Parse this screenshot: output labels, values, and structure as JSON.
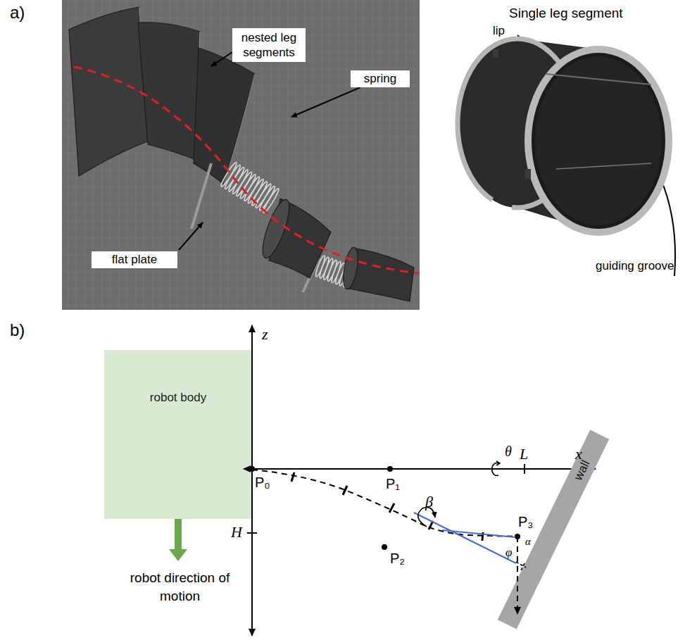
{
  "diagram": {
    "nodes": [
      {
        "text": [
          "nested leg segments"
        ]
      },
      {
        "text": [
          "spring"
        ]
      },
      {
        "text": [
          "flat plate"
        ]
      },
      {
        "text": [
          "robot body"
        ]
      },
      {
        "text": [
          "wall"
        ]
      }
    ],
    "labels": [
      "a)",
      "Single leg segment",
      "lip",
      "guiding groove",
      "b)",
      "z",
      "P₀",
      "P₁",
      "P₂",
      "P₃",
      "θ",
      "L",
      "x",
      "β",
      "H",
      "α",
      "φ",
      "robot direction of motion"
    ]
  }
}
